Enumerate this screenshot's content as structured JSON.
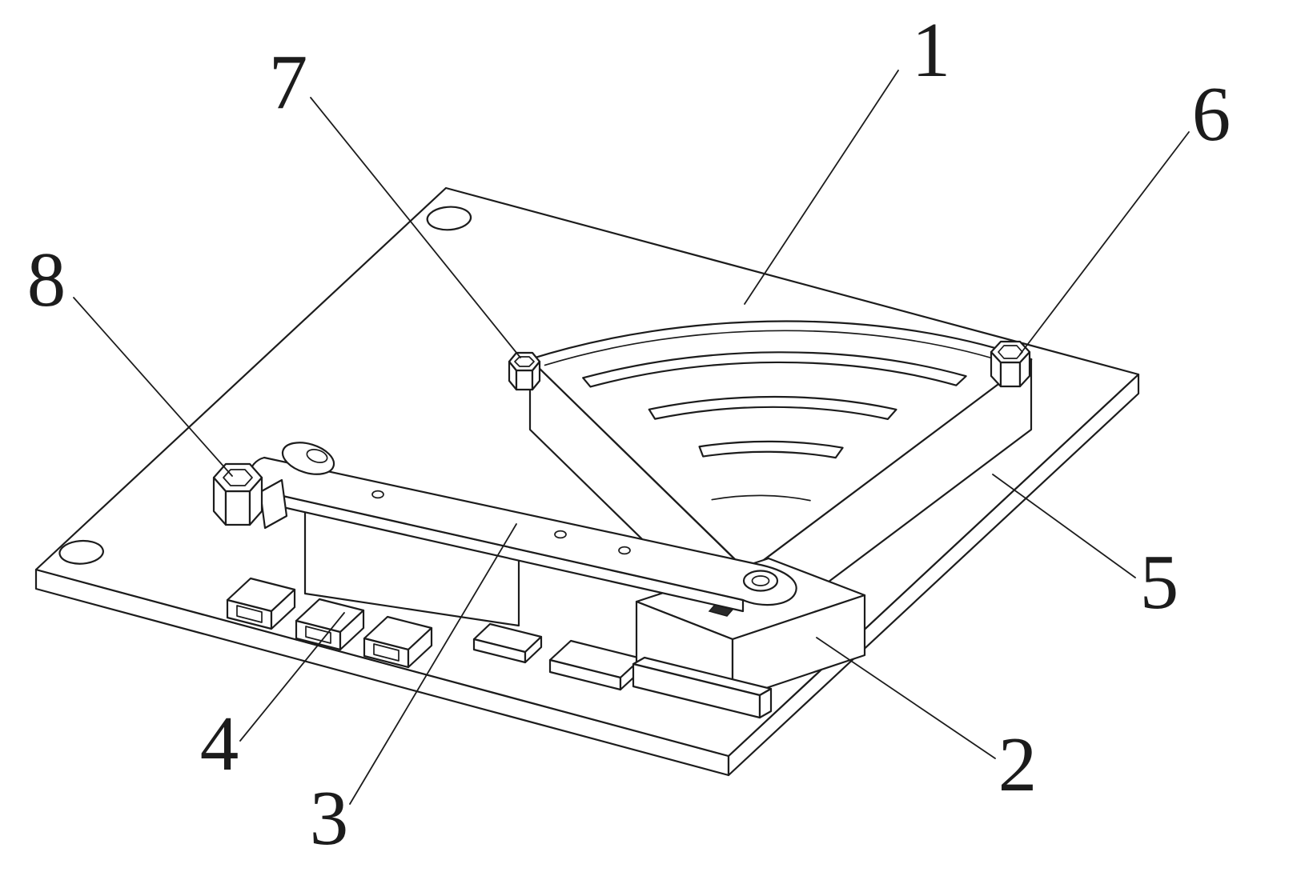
{
  "figure": {
    "kind": "patent-style isometric line drawing of a PCB test fixture with sector guide and lever arm",
    "colors": {
      "background": "#ffffff",
      "line": "#1c1c1c"
    },
    "callouts": [
      {
        "label": "1"
      },
      {
        "label": "2"
      },
      {
        "label": "3"
      },
      {
        "label": "4"
      },
      {
        "label": "5"
      },
      {
        "label": "6"
      },
      {
        "label": "7"
      },
      {
        "label": "8"
      }
    ]
  }
}
